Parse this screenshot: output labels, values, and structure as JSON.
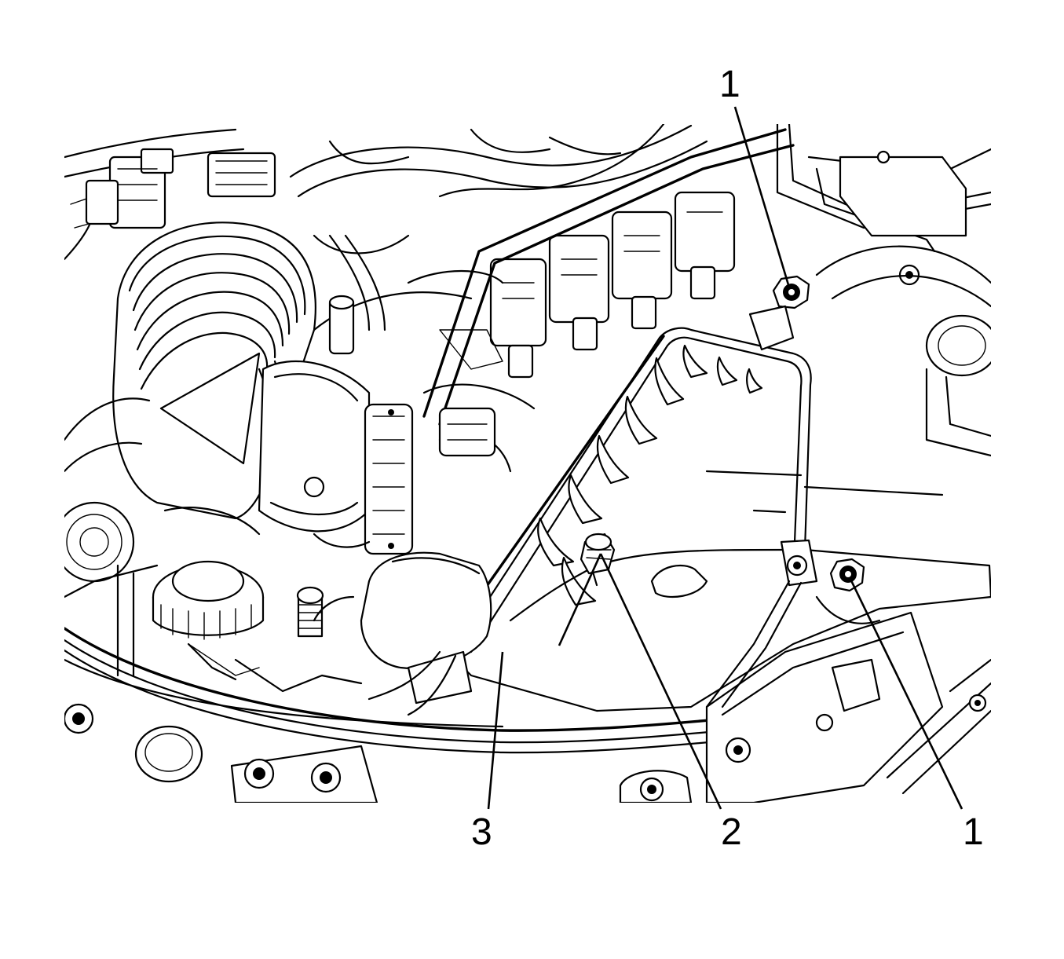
{
  "diagram": {
    "callouts": [
      {
        "id": "c1-top",
        "label": "1"
      },
      {
        "id": "c1-bottom",
        "label": "1"
      },
      {
        "id": "c2",
        "label": "2"
      },
      {
        "id": "c3",
        "label": "3"
      }
    ]
  }
}
